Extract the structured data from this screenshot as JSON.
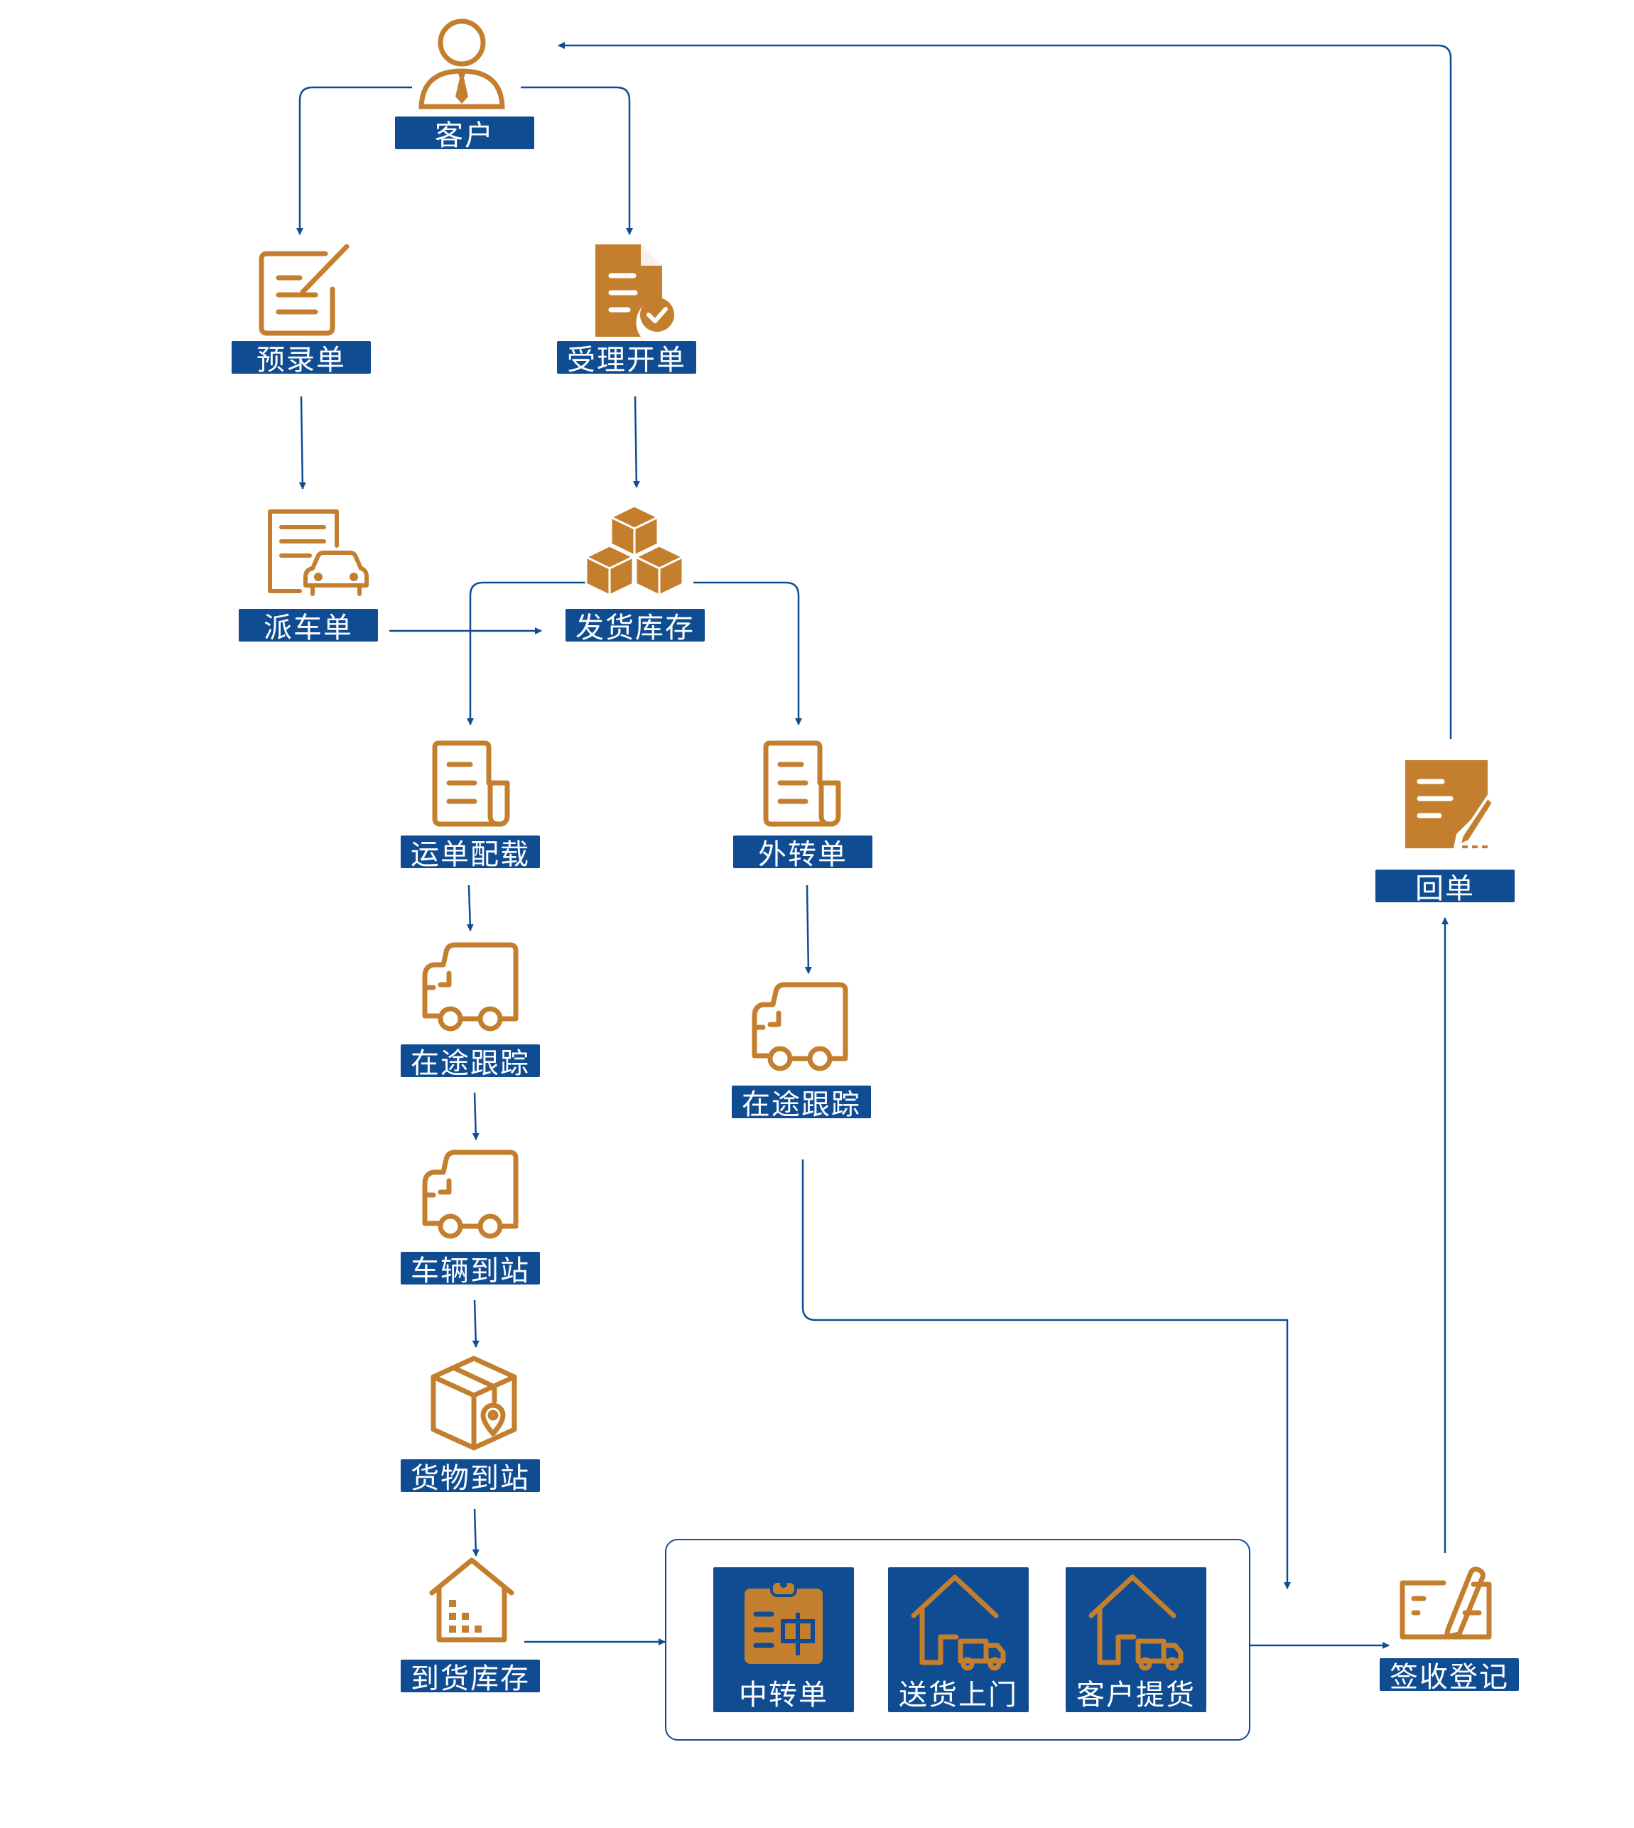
{
  "nodes": {
    "customer": "客户",
    "pre_order": "预录单",
    "accept_order": "受理开单",
    "dispatch_order": "派车单",
    "shipping_stock": "发货库存",
    "waybill_loading": "运单配载",
    "outsource_order": "外转单",
    "in_transit_1": "在途跟踪",
    "in_transit_2": "在途跟踪",
    "vehicle_arrival": "车辆到站",
    "goods_arrival": "货物到站",
    "arrival_stock": "到货库存",
    "transfer_order": "中转单",
    "home_delivery": "送货上门",
    "customer_pickup": "客户提货",
    "sign_register": "签收登记",
    "receipt": "回单"
  },
  "colors": {
    "icon": "#c47f2e",
    "label_bg": "#0f4c92",
    "line": "#0f4c92",
    "label_text": "#ffffff"
  },
  "icons": {
    "customer": "person-tie-icon",
    "pre_order": "edit-document-icon",
    "accept_order": "approved-document-icon",
    "dispatch_order": "document-car-icon",
    "shipping_stock": "stacked-boxes-icon",
    "waybill_loading": "receipt-icon",
    "outsource_order": "receipt-icon",
    "in_transit": "truck-icon",
    "vehicle_arrival": "truck-icon",
    "goods_arrival": "box-location-icon",
    "arrival_stock": "warehouse-icon",
    "transfer_order": "clipboard-zhong-icon",
    "home_delivery": "house-truck-icon",
    "customer_pickup": "house-truck-icon",
    "sign_register": "sign-form-icon",
    "receipt": "document-pen-icon"
  }
}
